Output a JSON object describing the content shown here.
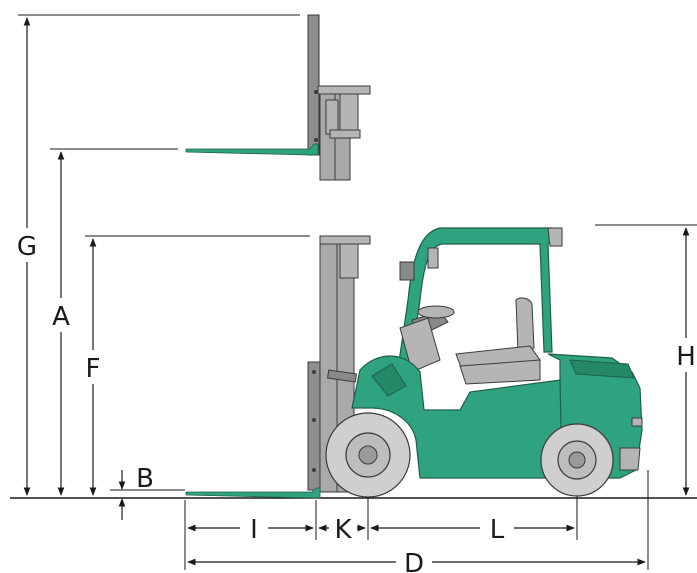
{
  "labels": {
    "G": "G",
    "A": "A",
    "F": "F",
    "B": "B",
    "H": "H",
    "I": "I",
    "K": "K",
    "L": "L",
    "D": "D"
  },
  "colors": {
    "body": "#2fa37f",
    "mast": "#a9a9a9",
    "lines": "#1a1a1a"
  }
}
